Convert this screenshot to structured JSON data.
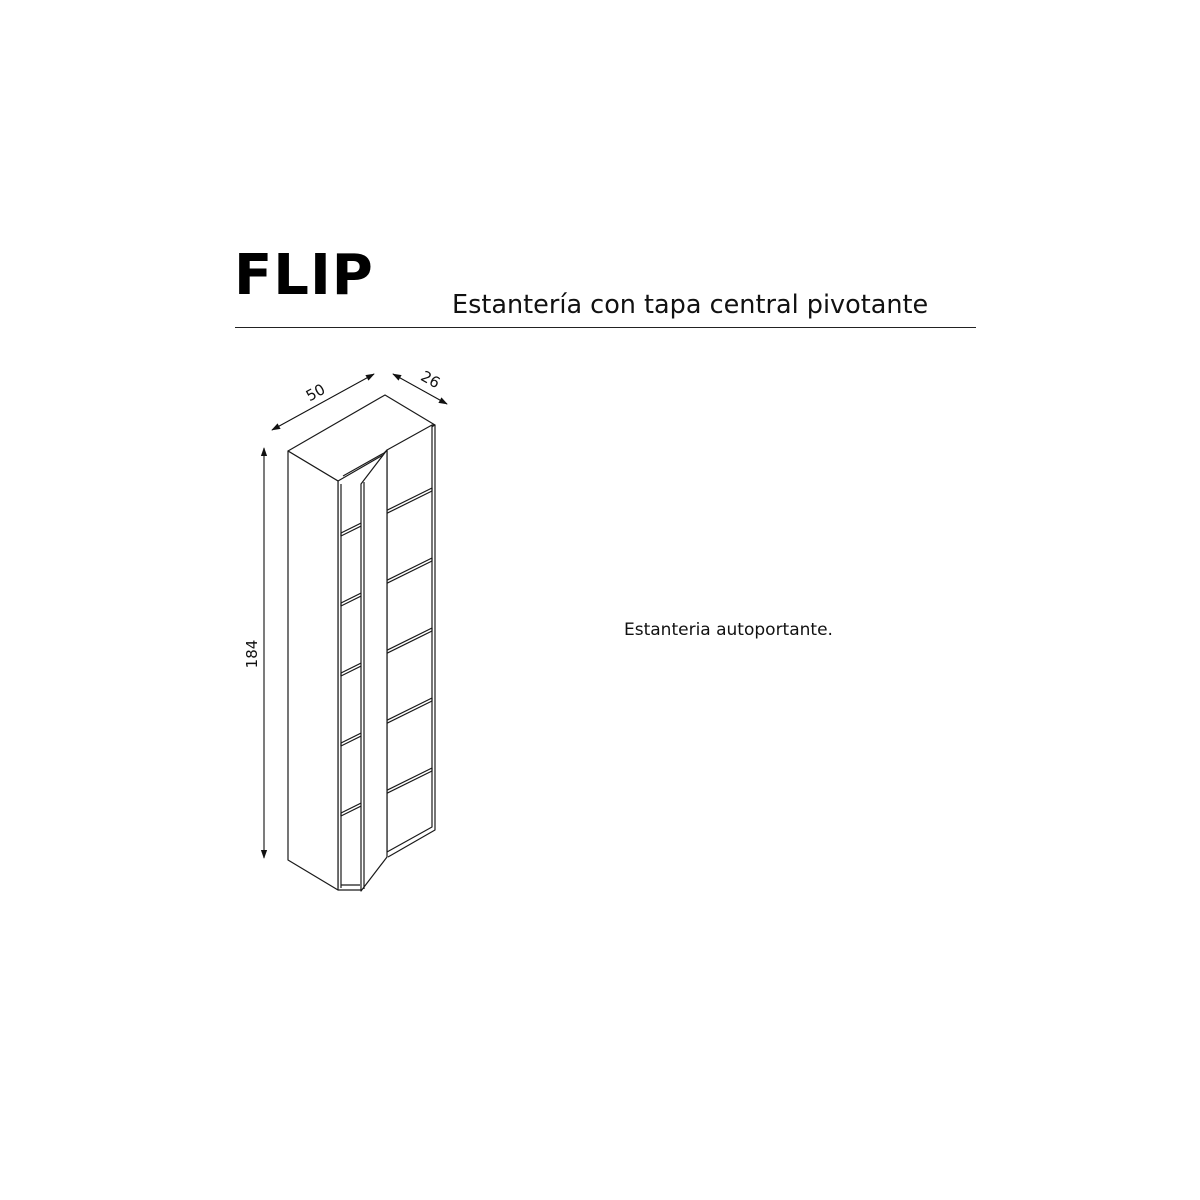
{
  "header": {
    "title": "FLIP",
    "subtitle": "Estantería con tapa central pivotante"
  },
  "dimensions": {
    "width": "50",
    "depth": "26",
    "height": "184"
  },
  "description": "Estanteria autoportante."
}
